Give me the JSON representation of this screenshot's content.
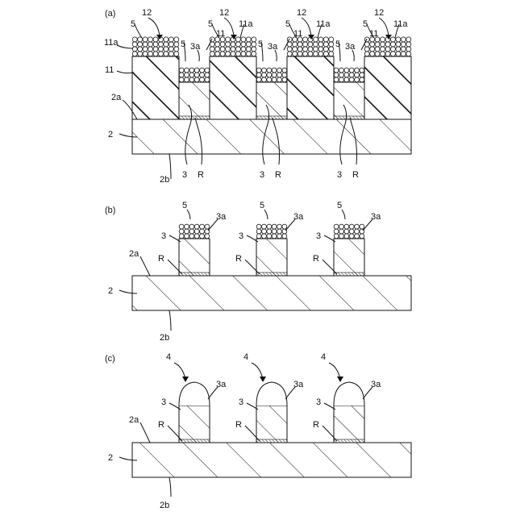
{
  "panels": [
    {
      "label": "(a)",
      "refs": {
        "r12": "12",
        "r5": "5",
        "r11a": "11a",
        "r11": "11",
        "r3a": "3a",
        "r2a": "2a",
        "r2": "2",
        "r2b": "2b",
        "r3": "3",
        "rR": "R"
      }
    },
    {
      "label": "(b)",
      "refs": {
        "r5": "5",
        "r3a": "3a",
        "r3": "3",
        "r2a": "2a",
        "rR": "R",
        "r2": "2",
        "r2b": "2b"
      }
    },
    {
      "label": "(c)",
      "refs": {
        "r4": "4",
        "r3a": "3a",
        "r3": "3",
        "r2a": "2a",
        "rR": "R",
        "r2": "2",
        "r2b": "2b"
      }
    }
  ]
}
